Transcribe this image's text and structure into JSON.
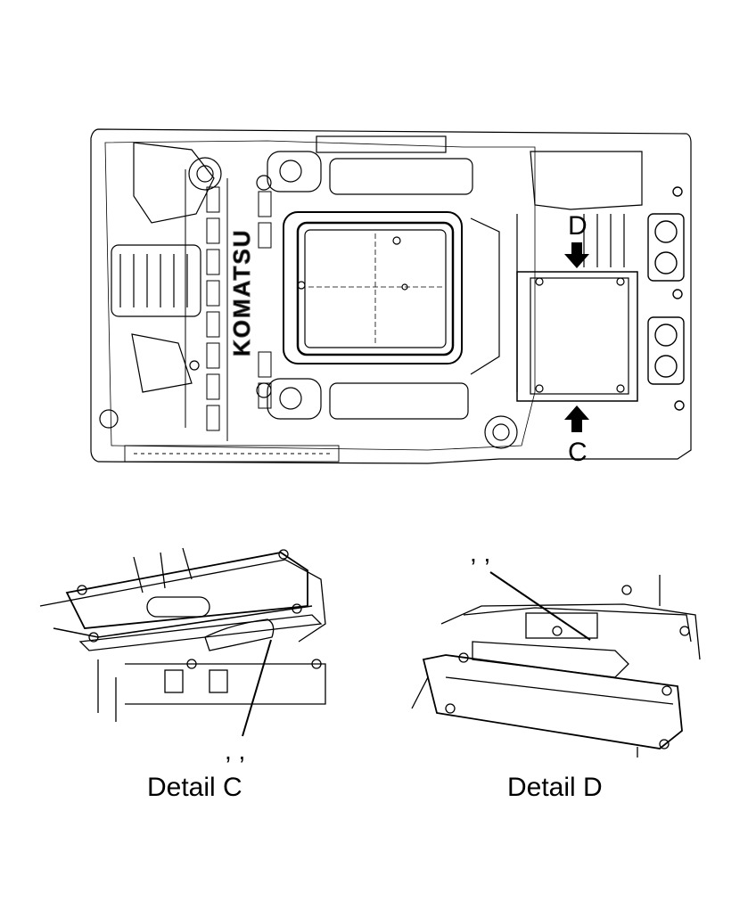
{
  "overview": {
    "brand_text": "KOMATSU",
    "view_labels": {
      "d": "D",
      "c": "C"
    }
  },
  "detail_c": {
    "title": "Detail C",
    "callout": ", ,"
  },
  "detail_d": {
    "title": "Detail D",
    "callout": ", ,"
  }
}
